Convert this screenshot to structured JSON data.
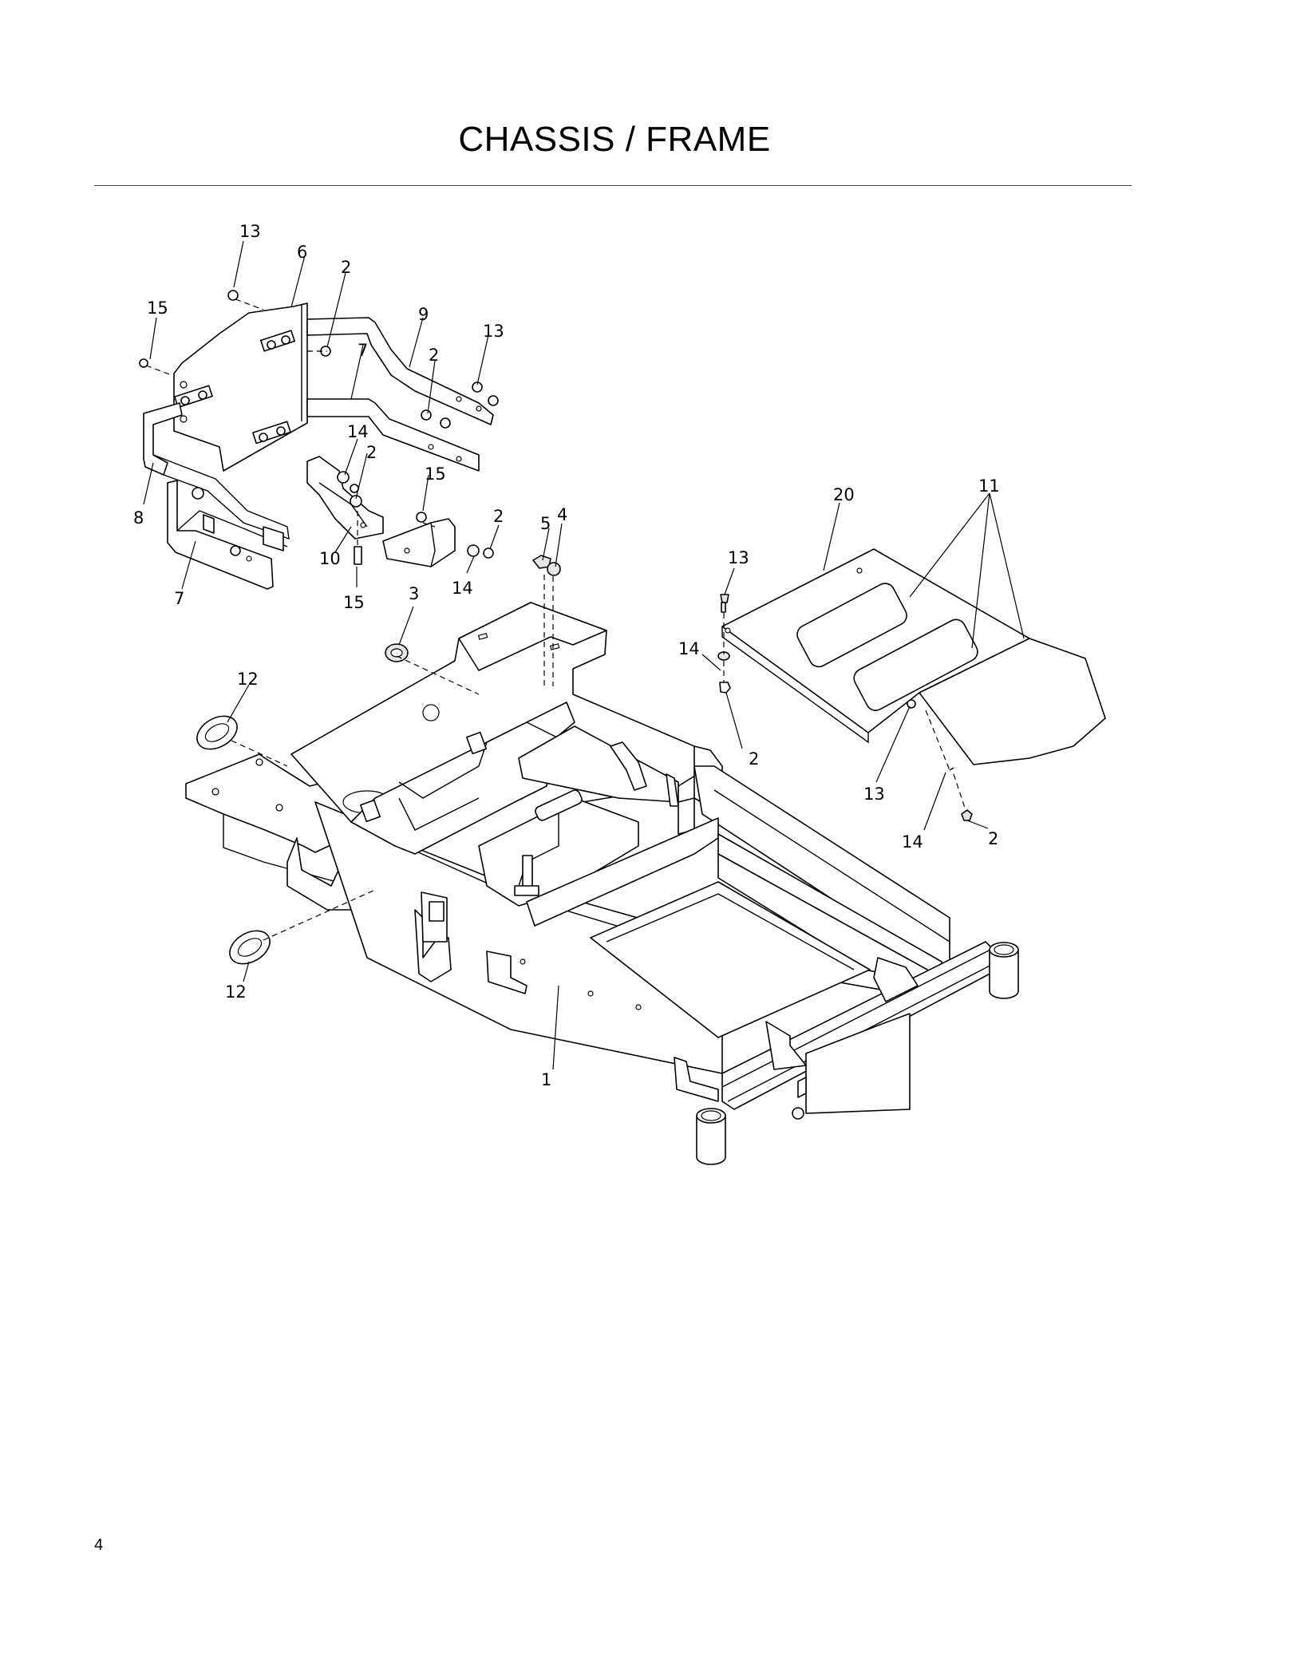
{
  "page": {
    "title": "CHASSIS / FRAME",
    "page_number": "4"
  },
  "callouts": [
    {
      "id": "c13a",
      "label": "13"
    },
    {
      "id": "c6",
      "label": "6"
    },
    {
      "id": "c2a",
      "label": "2"
    },
    {
      "id": "c15a",
      "label": "15"
    },
    {
      "id": "c9",
      "label": "9"
    },
    {
      "id": "c13b",
      "label": "13"
    },
    {
      "id": "c7a",
      "label": "7"
    },
    {
      "id": "c2b",
      "label": "2"
    },
    {
      "id": "c14a",
      "label": "14"
    },
    {
      "id": "c2c",
      "label": "2"
    },
    {
      "id": "c15b",
      "label": "15"
    },
    {
      "id": "c8",
      "label": "8"
    },
    {
      "id": "c10",
      "label": "10"
    },
    {
      "id": "c7b",
      "label": "7"
    },
    {
      "id": "c15c",
      "label": "15"
    },
    {
      "id": "c14b",
      "label": "14"
    },
    {
      "id": "c2d",
      "label": "2"
    },
    {
      "id": "c5",
      "label": "5"
    },
    {
      "id": "c4",
      "label": "4"
    },
    {
      "id": "c3",
      "label": "3"
    },
    {
      "id": "c12a",
      "label": "12"
    },
    {
      "id": "c12b",
      "label": "12"
    },
    {
      "id": "c1",
      "label": "1"
    },
    {
      "id": "c20",
      "label": "20"
    },
    {
      "id": "c11",
      "label": "11"
    },
    {
      "id": "c13c",
      "label": "13"
    },
    {
      "id": "c14c",
      "label": "14"
    },
    {
      "id": "c2e",
      "label": "2"
    },
    {
      "id": "c13d",
      "label": "13"
    },
    {
      "id": "c14d",
      "label": "14"
    },
    {
      "id": "c2f",
      "label": "2"
    }
  ]
}
